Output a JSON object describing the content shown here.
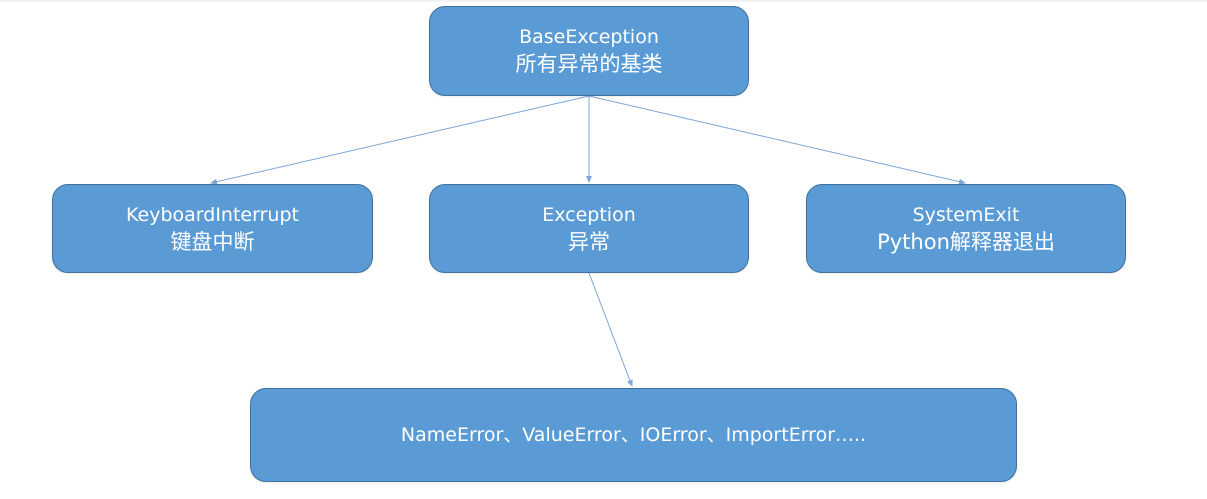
{
  "diagram": {
    "nodes": {
      "base": {
        "title": "BaseException",
        "subtitle": "所有异常的基类"
      },
      "keyboard": {
        "title": "KeyboardInterrupt",
        "subtitle": "键盘中断"
      },
      "exception": {
        "title": "Exception",
        "subtitle": "异常"
      },
      "system_exit": {
        "title": "SystemExit",
        "subtitle": "Python解释器退出"
      },
      "errors": {
        "title": "NameError、ValueError、IOError、ImportError….."
      }
    },
    "edges": [
      {
        "from": "BaseException",
        "to": "KeyboardInterrupt"
      },
      {
        "from": "BaseException",
        "to": "Exception"
      },
      {
        "from": "BaseException",
        "to": "SystemExit"
      },
      {
        "from": "Exception",
        "to": "NameError、ValueError、IOError、ImportError….."
      }
    ],
    "colors": {
      "node_fill": "#5b9bd5",
      "node_border": "#41719c",
      "edge": "#7ea6d6",
      "text": "#ffffff"
    }
  }
}
